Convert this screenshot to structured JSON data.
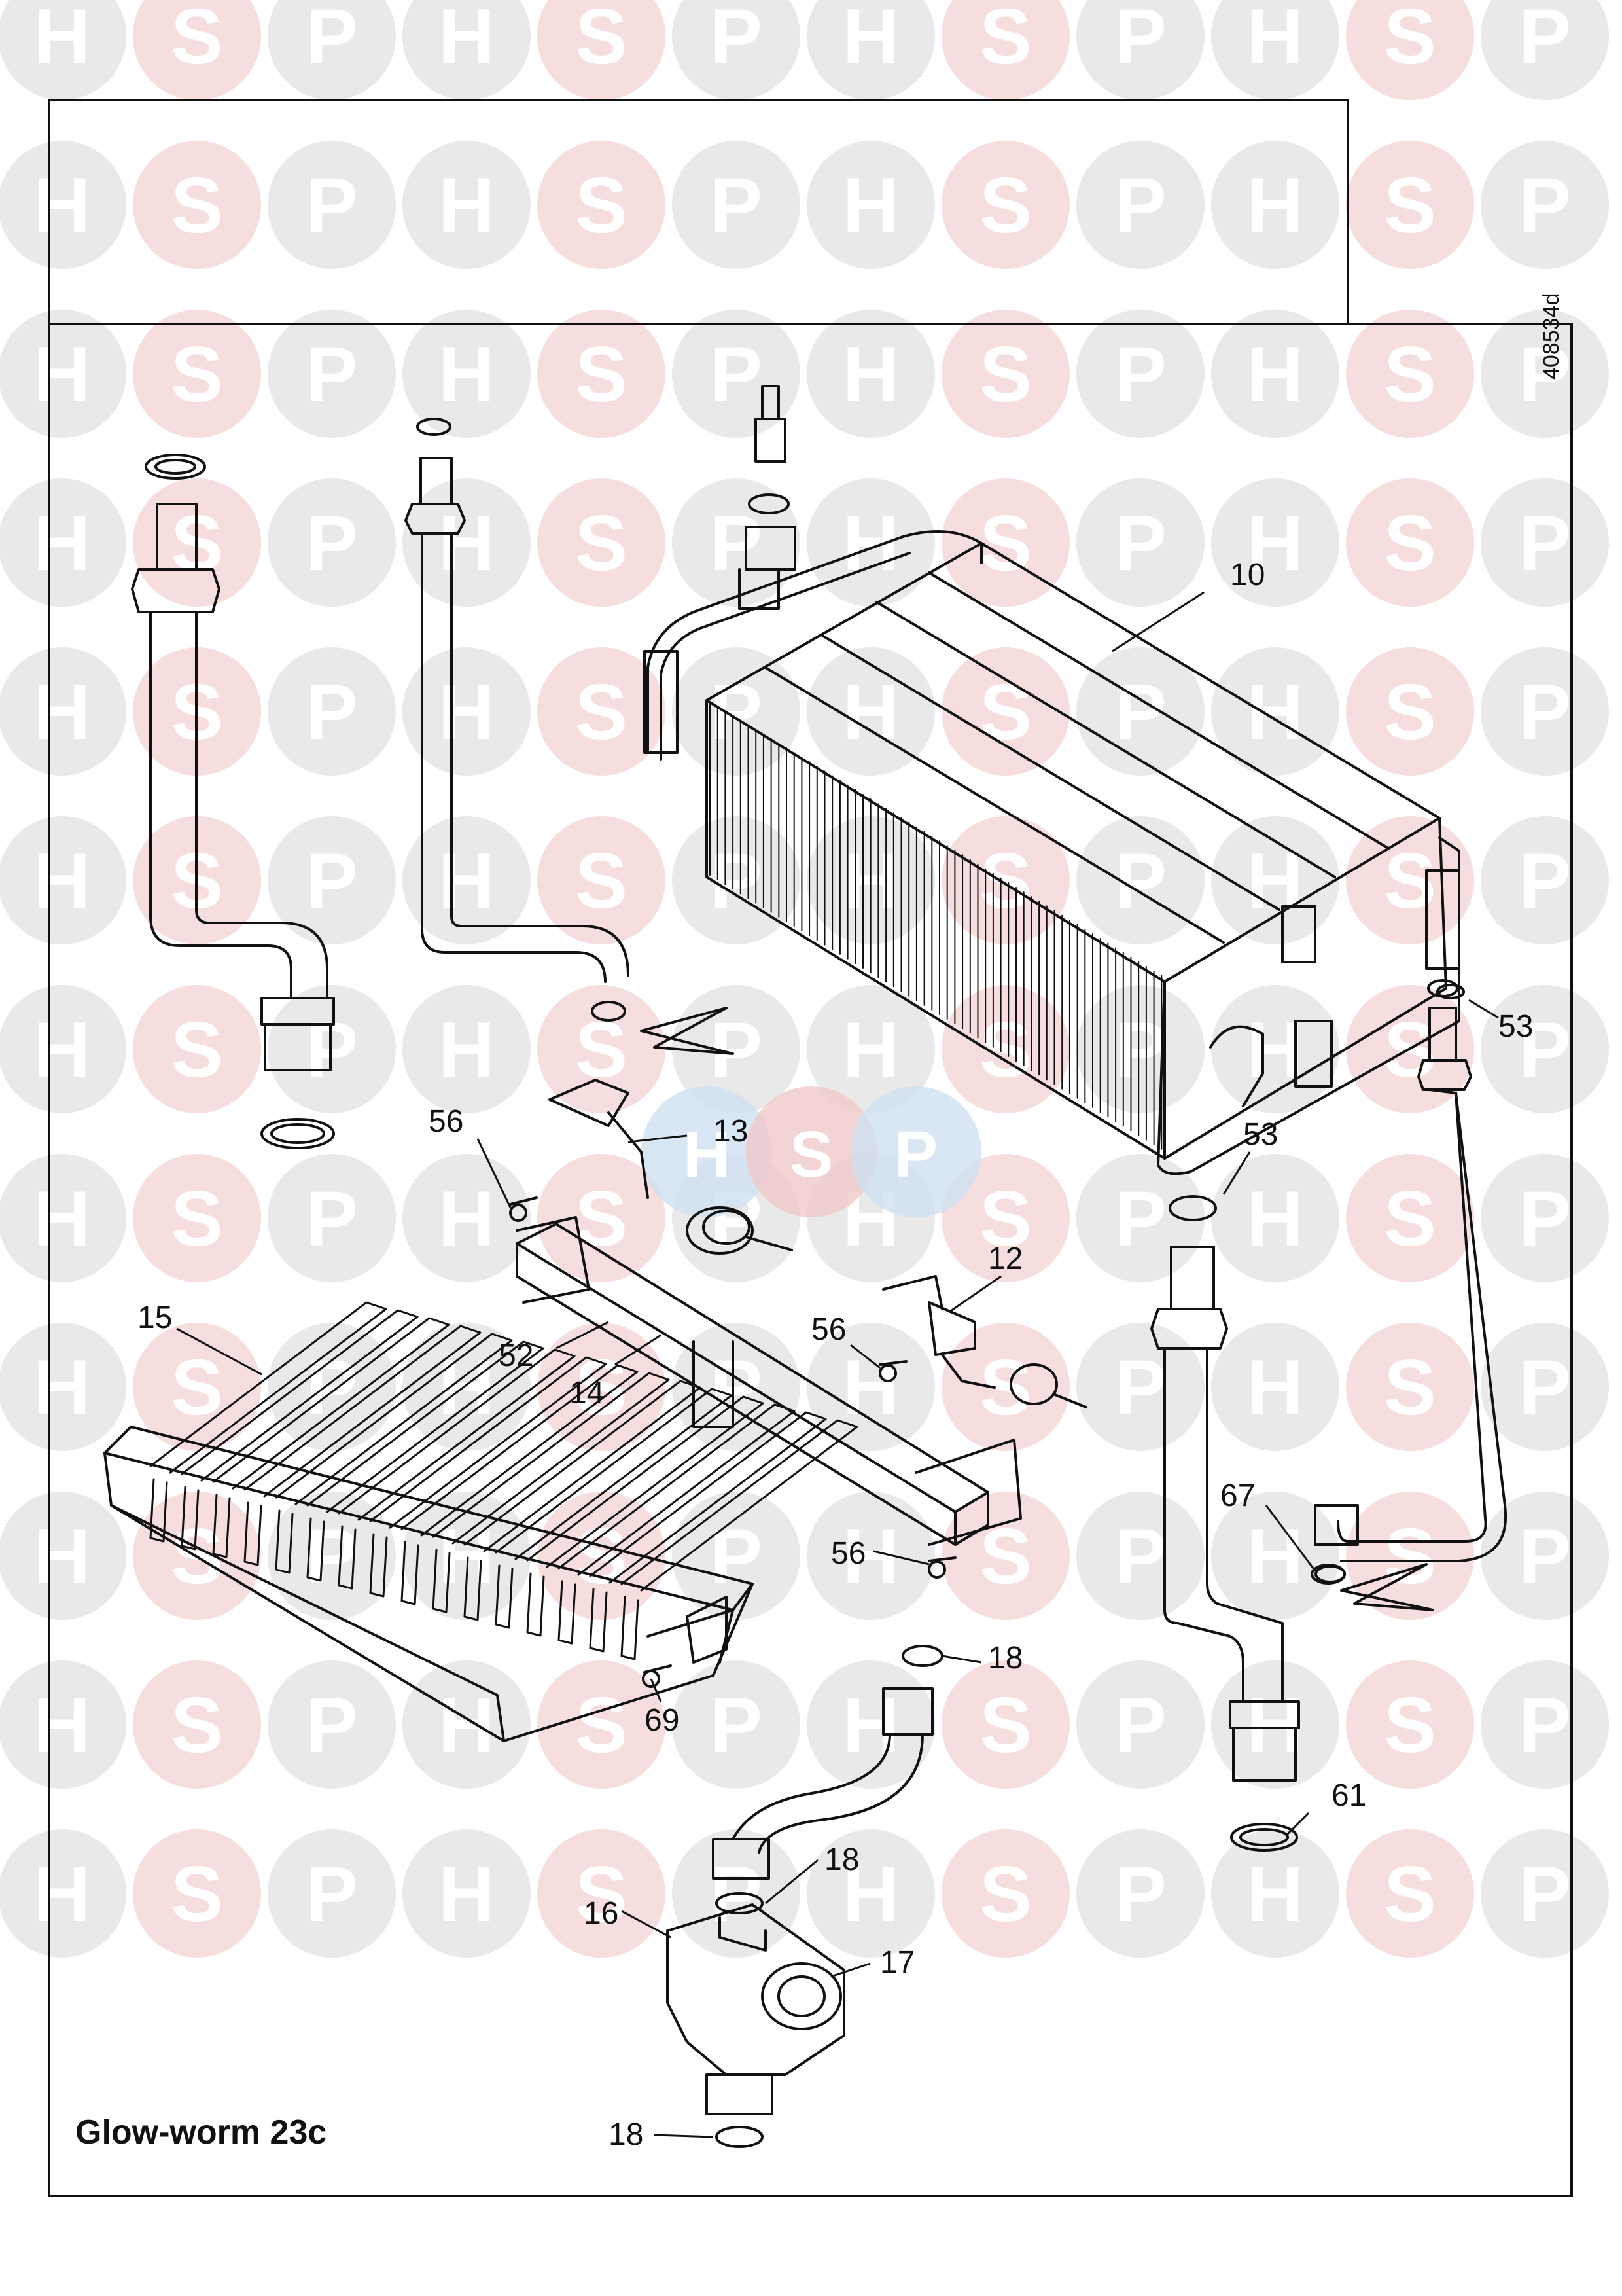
{
  "title": "Glow-worm 23c",
  "drawing_ref": "408534d",
  "watermark": {
    "letters": [
      "H",
      "S",
      "P"
    ],
    "colors": {
      "circle": "#e9e9e9",
      "circle_pink": "#f6dede",
      "center_blue": "#cfe0f0",
      "center_pink": "#efc9c9"
    }
  },
  "callouts": [
    {
      "id": "10",
      "label": "10"
    },
    {
      "id": "53a",
      "label": "53"
    },
    {
      "id": "53b",
      "label": "53"
    },
    {
      "id": "56a",
      "label": "56"
    },
    {
      "id": "13",
      "label": "13"
    },
    {
      "id": "12",
      "label": "12"
    },
    {
      "id": "15",
      "label": "15"
    },
    {
      "id": "52",
      "label": "52"
    },
    {
      "id": "14",
      "label": "14"
    },
    {
      "id": "56b",
      "label": "56"
    },
    {
      "id": "67",
      "label": "67"
    },
    {
      "id": "56c",
      "label": "56"
    },
    {
      "id": "18a",
      "label": "18"
    },
    {
      "id": "69",
      "label": "69"
    },
    {
      "id": "61",
      "label": "61"
    },
    {
      "id": "18b",
      "label": "18"
    },
    {
      "id": "16",
      "label": "16"
    },
    {
      "id": "17",
      "label": "17"
    },
    {
      "id": "18c",
      "label": "18"
    }
  ]
}
